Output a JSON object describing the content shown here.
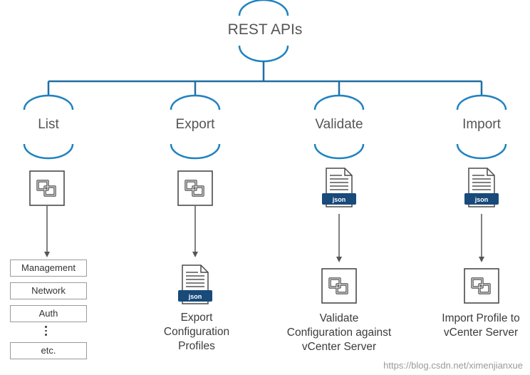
{
  "diagram": {
    "root": {
      "label": "REST APIs"
    },
    "branches": [
      {
        "label": "List",
        "flow": [
          "profile-icon"
        ],
        "categories": [
          "Management",
          "Network",
          "Auth",
          "⋮",
          "etc."
        ]
      },
      {
        "label": "Export",
        "flow": [
          "profile-icon",
          "json-file-icon"
        ],
        "caption": [
          "Export",
          "Configuration",
          "Profiles"
        ]
      },
      {
        "label": "Validate",
        "flow": [
          "json-file-icon",
          "profile-icon"
        ],
        "caption": [
          "Validate",
          "Configuration against",
          "vCenter Server"
        ]
      },
      {
        "label": "Import",
        "flow": [
          "json-file-icon",
          "profile-icon"
        ],
        "caption": [
          "Import Profile to",
          "vCenter Server"
        ]
      }
    ],
    "file_badge_text": "json",
    "watermark": "https://blog.csdn.net/ximenjianxue"
  },
  "colors": {
    "connector": "#1f6fa0",
    "arc": "#1f82c0",
    "icon_stroke": "#4a4a4a",
    "file_badge": "#184a7a",
    "arrow": "#555555"
  }
}
